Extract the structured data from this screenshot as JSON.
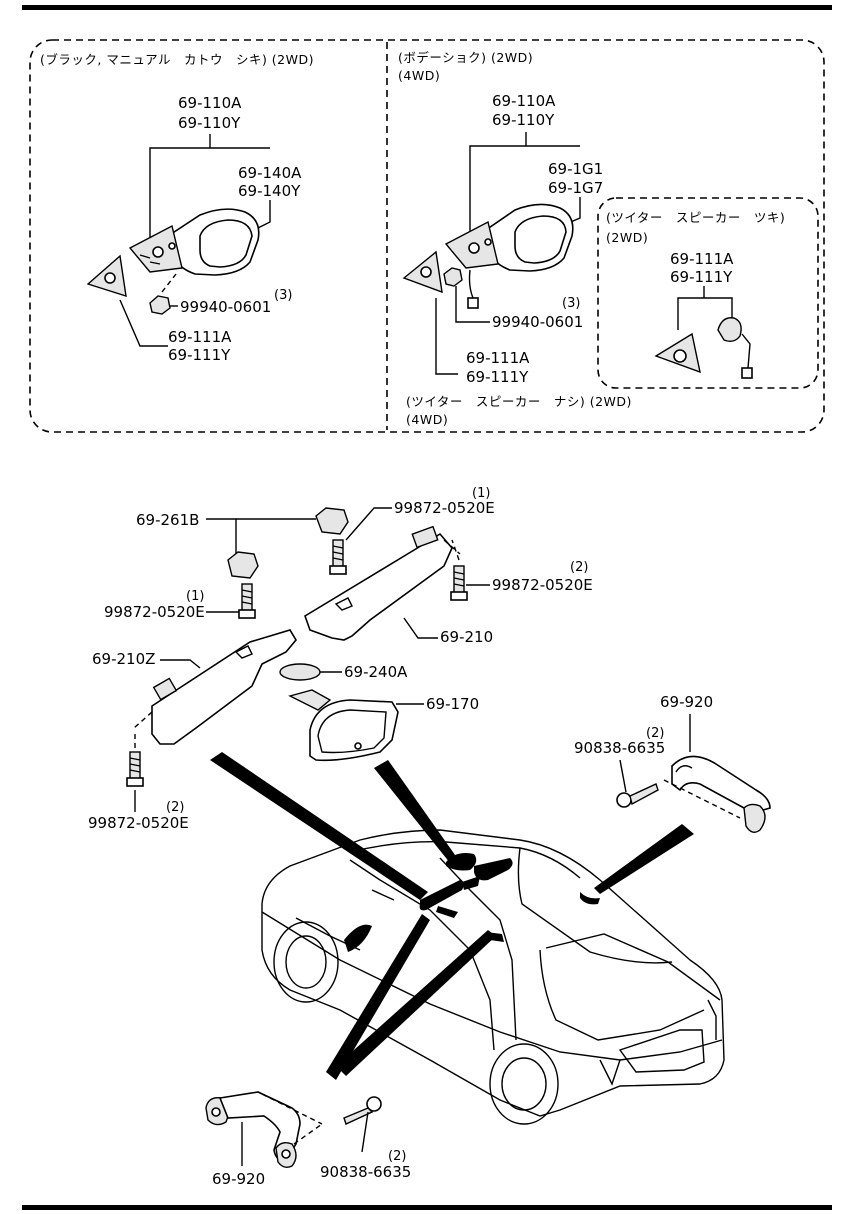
{
  "top_panel": {
    "left": {
      "header": "(ブラック, マニュアル　カトウ　シキ)  (2WD)",
      "mirror_part_a": "69-110A",
      "mirror_part_b": "69-110Y",
      "glass_part_a": "69-140A",
      "glass_part_b": "69-140Y",
      "nut_qty": "(3)",
      "nut_part": "99940-0601",
      "cover_part_a": "69-111A",
      "cover_part_b": "69-111Y"
    },
    "right": {
      "header_1": "(ボデーショク)  (2WD)",
      "header_2": "(4WD)",
      "mirror_part_a": "69-110A",
      "mirror_part_b": "69-110Y",
      "glass_part_a": "69-1G1",
      "glass_part_b": "69-1G7",
      "nut_qty": "(3)",
      "nut_part": "99940-0601",
      "cover_part_a": "69-111A",
      "cover_part_b": "69-111Y",
      "footer_1": "(ツイター　スピーカー　ナシ)  (2WD)",
      "footer_2": "(4WD)",
      "inset": {
        "header_1": "(ツイター　スピーカー　ツキ)",
        "header_2": "(2WD)",
        "part_a": "69-111A",
        "part_b": "69-111Y"
      }
    }
  },
  "bottom": {
    "visor_clip": "69-261B",
    "screw_top_qty": "(1)",
    "screw_top_part": "99872-0520E",
    "screw_right_qty": "(2)",
    "screw_right_part": "99872-0520E",
    "screw_left_qty": "(1)",
    "screw_left_part": "99872-0520E",
    "visor_right": "69-210",
    "visor_left": "69-210Z",
    "vanity_mirror": "69-240A",
    "inner_mirror": "69-170",
    "screw_bottom_qty": "(2)",
    "screw_bottom_part": "99872-0520E",
    "grip_rear": "69-920",
    "grip_rear_screw_qty": "(2)",
    "grip_rear_screw_part": "90838-6635",
    "grip_front": "69-920",
    "grip_front_screw_qty": "(2)",
    "grip_front_screw_part": "90838-6635"
  }
}
